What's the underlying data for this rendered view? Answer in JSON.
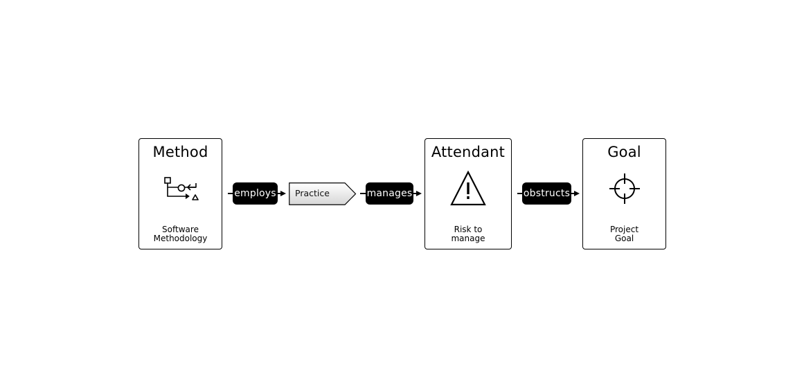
{
  "nodes": {
    "method": {
      "title": "Method",
      "subtitle_lines": [
        "Software",
        "Methodology"
      ],
      "icon": "process-flow-icon"
    },
    "practice": {
      "label": "Practice",
      "shape": "pentagon-arrow"
    },
    "attendant": {
      "title": "Attendant",
      "subtitle_lines": [
        "Risk to",
        "manage"
      ],
      "icon": "warning-icon"
    },
    "goal": {
      "title": "Goal",
      "subtitle_lines": [
        "Project",
        "Goal"
      ],
      "icon": "crosshair-target-icon"
    }
  },
  "edges": [
    {
      "from": "Method",
      "to": "Practice",
      "label": "employs"
    },
    {
      "from": "Practice",
      "to": "Attendant",
      "label": "manages"
    },
    {
      "from": "Attendant",
      "to": "Goal",
      "label": "obstructs"
    }
  ],
  "colors": {
    "stroke": "#000000",
    "label_bg": "#000000",
    "label_text": "#ffffff",
    "practice_fill_top": "#ffffff",
    "practice_fill_bottom": "#d9d9d9"
  }
}
